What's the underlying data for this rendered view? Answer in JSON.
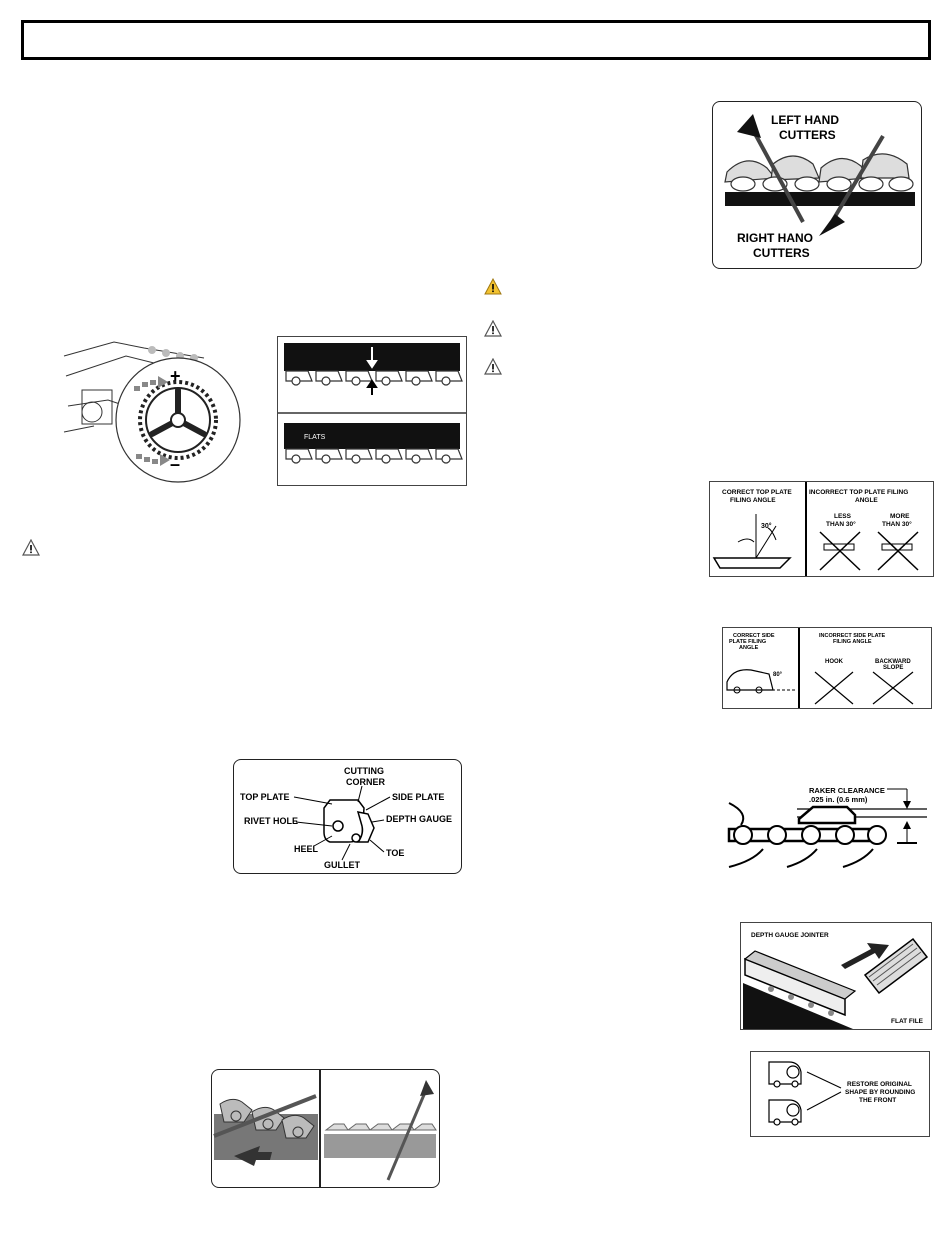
{
  "header": {
    "title": ""
  },
  "figures": {
    "cutters": {
      "left": "LEFT HAND CUTTERS",
      "right": "RIGHT HANO CUTTERS"
    },
    "tension": {
      "plus": "+",
      "minus": "–"
    },
    "flats": {
      "label": "FLATS"
    },
    "top_plate": {
      "correct": "CORRECT TOP PLATE FILING ANGLE",
      "incorrect": "INCORRECT TOP PLATE FILING ANGLE",
      "angle": "30°",
      "less": "LESS THAN 30°",
      "more": "MORE THAN 30°"
    },
    "side_plate": {
      "correct": "CORRECT SIDE PLATE FILING ANGLE",
      "incorrect": "INCORRECT SIDE PLATE FILING ANGLE",
      "angle": "80°",
      "hook": "HOOK",
      "backward": "BACKWARD SLOPE"
    },
    "cutter_parts": {
      "cutting_corner": "CUTTING CORNER",
      "top_plate": "TOP PLATE",
      "side_plate": "SIDE PLATE",
      "rivet_hole": "RIVET HOLE",
      "depth_gauge": "DEPTH GAUGE",
      "heel": "HEEL",
      "toe": "TOE",
      "gullet": "GULLET"
    },
    "raker": {
      "line1": "RAKER CLEARANCE",
      "line2": ".025 in. (0.6 mm)"
    },
    "jointer": {
      "jointer": "DEPTH GAUGE JOINTER",
      "file": "FLAT FILE"
    },
    "restore": {
      "line1": "RESTORE ORIGINAL",
      "line2": "SHAPE BY ROUNDING",
      "line3": "THE FRONT"
    }
  },
  "colors": {
    "warning_yellow": "#f2c230",
    "chain_gray": "#c8c8c8"
  }
}
